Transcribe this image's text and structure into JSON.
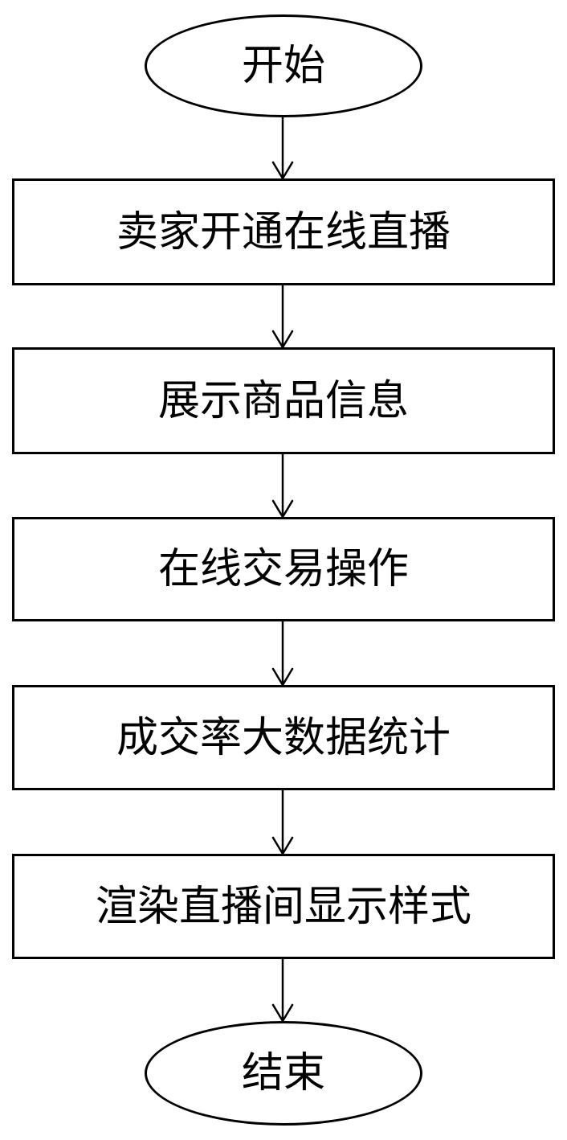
{
  "flowchart": {
    "start": "开始",
    "steps": [
      "卖家开通在线直播",
      "展示商品信息",
      "在线交易操作",
      "成交率大数据统计",
      "渲染直播间显示样式"
    ],
    "end": "结束"
  }
}
